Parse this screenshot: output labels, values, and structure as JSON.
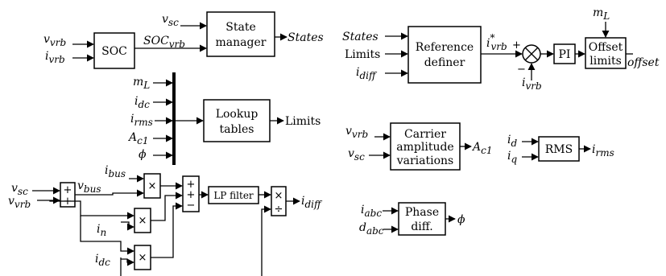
{
  "soc": {
    "in1": "v",
    "in1_sub": "vrb",
    "in2": "i",
    "in2_sub": "vrb",
    "block": "SOC",
    "out": "SOC",
    "out_sub": "vrb"
  },
  "state_manager": {
    "in_vsc": "v",
    "in_vsc_sub": "sc",
    "block_line1": "State",
    "block_line2": "manager",
    "out": "States"
  },
  "lookup": {
    "inputs": [
      {
        "base": "m",
        "sub": "L"
      },
      {
        "base": "i",
        "sub": "dc"
      },
      {
        "base": "i",
        "sub": "rms"
      },
      {
        "base": "A",
        "sub": "c1"
      },
      {
        "base": "ϕ",
        "sub": ""
      }
    ],
    "block_line1": "Lookup",
    "block_line2": "tables",
    "out": "Limits"
  },
  "idiff_path": {
    "in_vsc": "v",
    "in_vsc_sub": "sc",
    "in_vrb": "v",
    "in_vrb_sub": "vrb",
    "sum1_top": "+",
    "sum1_bot": "+",
    "vbus": "v",
    "vbus_sub": "bus",
    "ibus": "i",
    "ibus_sub": "bus",
    "in_label": "i",
    "in_label_sub": "n",
    "idc_label": "i",
    "idc_label_sub": "dc",
    "mult": "×",
    "sum2_1": "+",
    "sum2_2": "+",
    "sum2_3": "−",
    "lp_filter": "LP filter",
    "divide_top": "×",
    "divide_bot": "÷",
    "out": "i",
    "out_sub": "diff"
  },
  "reference": {
    "in_states": "States",
    "in_limits": "Limits",
    "in_idiff": "i",
    "in_idiff_sub": "diff",
    "block_line1": "Reference",
    "block_line2": "definer",
    "out": "i",
    "out_sup": "*",
    "out_sub": "vrb",
    "plus": "+",
    "minus": "−",
    "feedback": "i",
    "feedback_sub": "vrb",
    "pi": "PI",
    "offset_in": "m",
    "offset_in_sub": "L",
    "offset_line1": "Offset",
    "offset_line2": "limits",
    "offset_out": "offset"
  },
  "carrier": {
    "in1": "v",
    "in1_sub": "vrb",
    "in2": "v",
    "in2_sub": "sc",
    "block_line1": "Carrier",
    "block_line2": "amplitude",
    "block_line3": "variations",
    "out": "A",
    "out_sub": "c1"
  },
  "rms": {
    "in1": "i",
    "in1_sub": "d",
    "in2": "i",
    "in2_sub": "q",
    "block": "RMS",
    "out": "i",
    "out_sub": "rms"
  },
  "phase": {
    "in1": "i",
    "in1_sub": "abc",
    "in2": "d",
    "in2_sub": "abc",
    "block_line1": "Phase",
    "block_line2": "diff.",
    "out": "ϕ"
  }
}
